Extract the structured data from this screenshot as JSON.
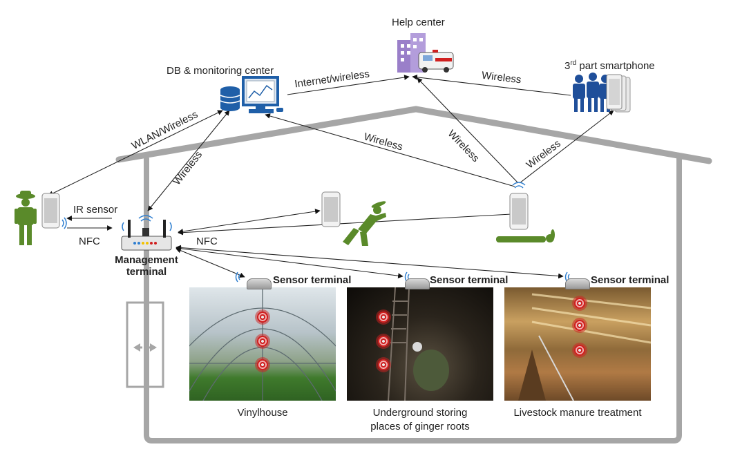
{
  "nodes": {
    "help_center": "Help center",
    "db_center": "DB & monitoring center",
    "third_party_base": "3",
    "third_party_sup": "rd",
    "third_party_rest": " part smartphone",
    "management_terminal_line1": "Management",
    "management_terminal_line2": "terminal",
    "sensor_terminal": "Sensor terminal"
  },
  "links": {
    "internet_wireless": "Internet/wireless",
    "wireless": "Wireless",
    "wlan_wireless": "WLAN/Wireless",
    "ir_sensor": "IR sensor",
    "nfc": "NFC"
  },
  "sites": [
    {
      "caption": "Vinylhouse"
    },
    {
      "caption": "Underground storing places of ginger roots",
      "line1": "Underground storing",
      "line2": "places of ginger roots"
    },
    {
      "caption": "Livestock manure treatment"
    }
  ],
  "colors": {
    "farmer_green": "#5a8a2a",
    "phone_gray": "#c9c9c9",
    "house_outline": "#a6a6a6",
    "people_blue": "#1f4f9a",
    "building_purple": "#9a7fc9",
    "sensor_red": "#d02020"
  }
}
